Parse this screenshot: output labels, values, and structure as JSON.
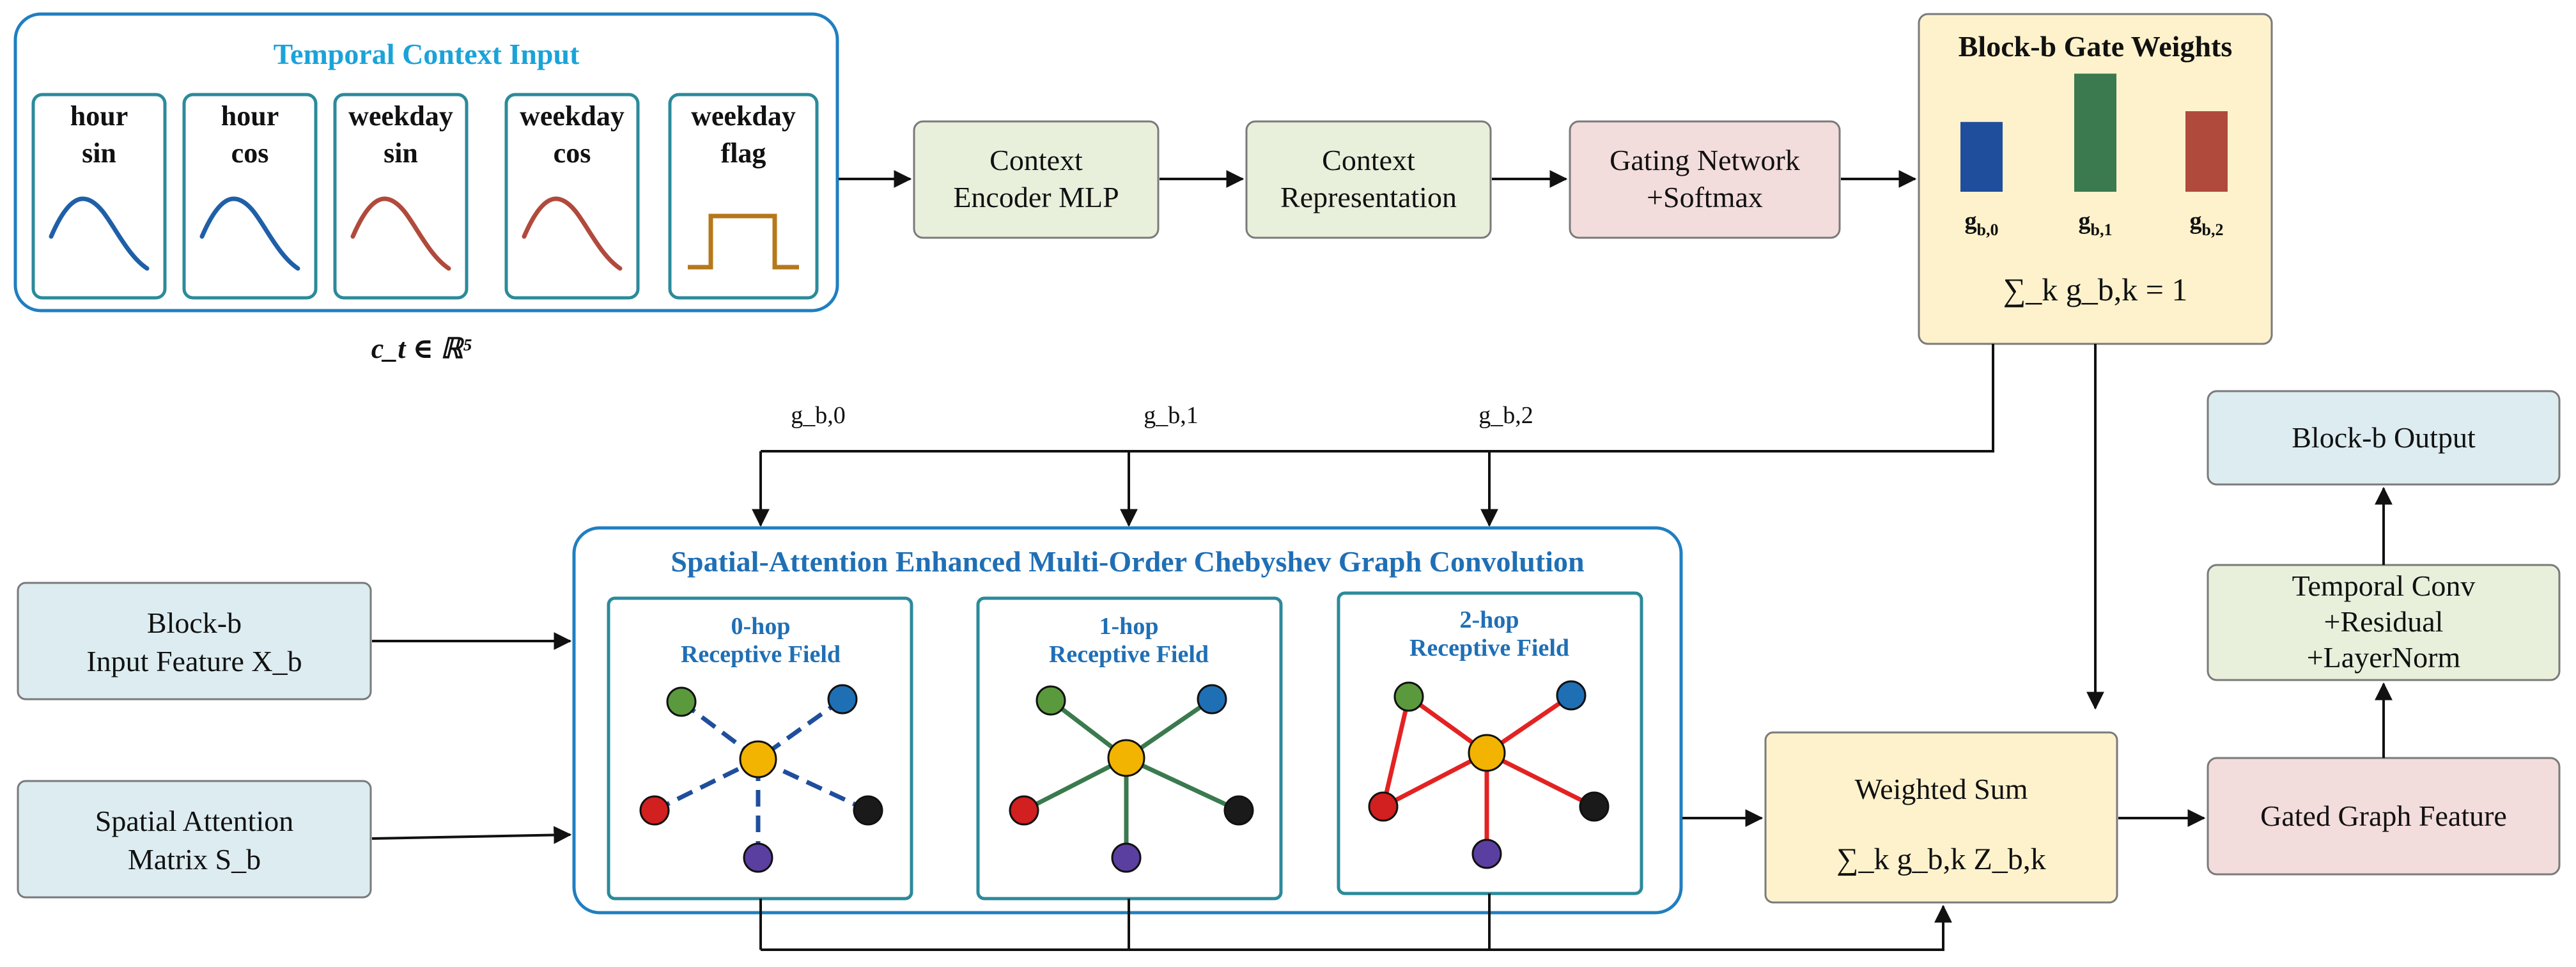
{
  "context_input": {
    "title": "Temporal Context Input",
    "features": [
      {
        "line1": "hour",
        "line2": "sin",
        "curve": "sine"
      },
      {
        "line1": "hour",
        "line2": "cos",
        "curve": "sine"
      },
      {
        "line1": "weekday",
        "line2": "sin",
        "curve": "sine"
      },
      {
        "line1": "weekday",
        "line2": "cos",
        "curve": "sine"
      },
      {
        "line1": "weekday",
        "line2": "flag",
        "curve": "step"
      }
    ],
    "vector_label": "c_t ∈ ℝ⁵"
  },
  "pipeline": {
    "encoder": {
      "line1": "Context",
      "line2": "Encoder MLP"
    },
    "representation": {
      "line1": "Context",
      "line2": "Representation"
    },
    "gating": {
      "line1": "Gating Network",
      "line2": "+Softmax"
    }
  },
  "gate_weights": {
    "title": "Block-b Gate Weights",
    "bars": [
      {
        "label": "g_b,0",
        "value": 0.26,
        "color": "#1f4e9c"
      },
      {
        "label": "g_b,1",
        "value": 0.44,
        "color": "#3a7a4e"
      },
      {
        "label": "g_b,2",
        "value": 0.3,
        "color": "#b04a3c"
      }
    ],
    "constraint": "∑_k g_b,k = 1"
  },
  "gate_labels": [
    "g_b,0",
    "g_b,1",
    "g_b,2"
  ],
  "inputs": {
    "feature": {
      "line1": "Block-b",
      "line2": "Input Feature X_b"
    },
    "attention": {
      "line1": "Spatial Attention",
      "line2": "Matrix  S_b"
    }
  },
  "graph_conv": {
    "title": "Spatial-Attention Enhanced Multi-Order Chebyshev Graph Convolution",
    "panels": [
      {
        "line1": "0-hop",
        "line2": "Receptive Field",
        "edge_color": "#1f4e9c"
      },
      {
        "line1": "1-hop",
        "line2": "Receptive Field",
        "edge_color": "#3a7a4e"
      },
      {
        "line1": "2-hop",
        "line2": "Receptive Field",
        "edge_color": "#e32222"
      }
    ]
  },
  "weighted_sum": {
    "title": "Weighted Sum",
    "formula": "∑_k g_b,k Z_b,k"
  },
  "gated_feature": {
    "label": "Gated Graph Feature"
  },
  "temporal_conv": {
    "line1": "Temporal Conv",
    "line2": "+Residual",
    "line3": "+LayerNorm"
  },
  "output": {
    "label": "Block-b Output"
  },
  "colors": {
    "context_border": "#1f7fc1",
    "green_box": "#e8f0dc",
    "pink_box": "#f3dcdc",
    "yellow_box": "#fdf2cc",
    "blue_box": "#dcecf1",
    "node_center": "#f2b400",
    "node_green": "#5a9a3c",
    "node_blue": "#1f6fb5",
    "node_red": "#d21f1f",
    "node_black": "#1a1a1a",
    "node_purple": "#5a3fa0",
    "wave_blue": "#1f5fa8",
    "wave_red": "#b04a3c",
    "step_color": "#b5781a"
  }
}
